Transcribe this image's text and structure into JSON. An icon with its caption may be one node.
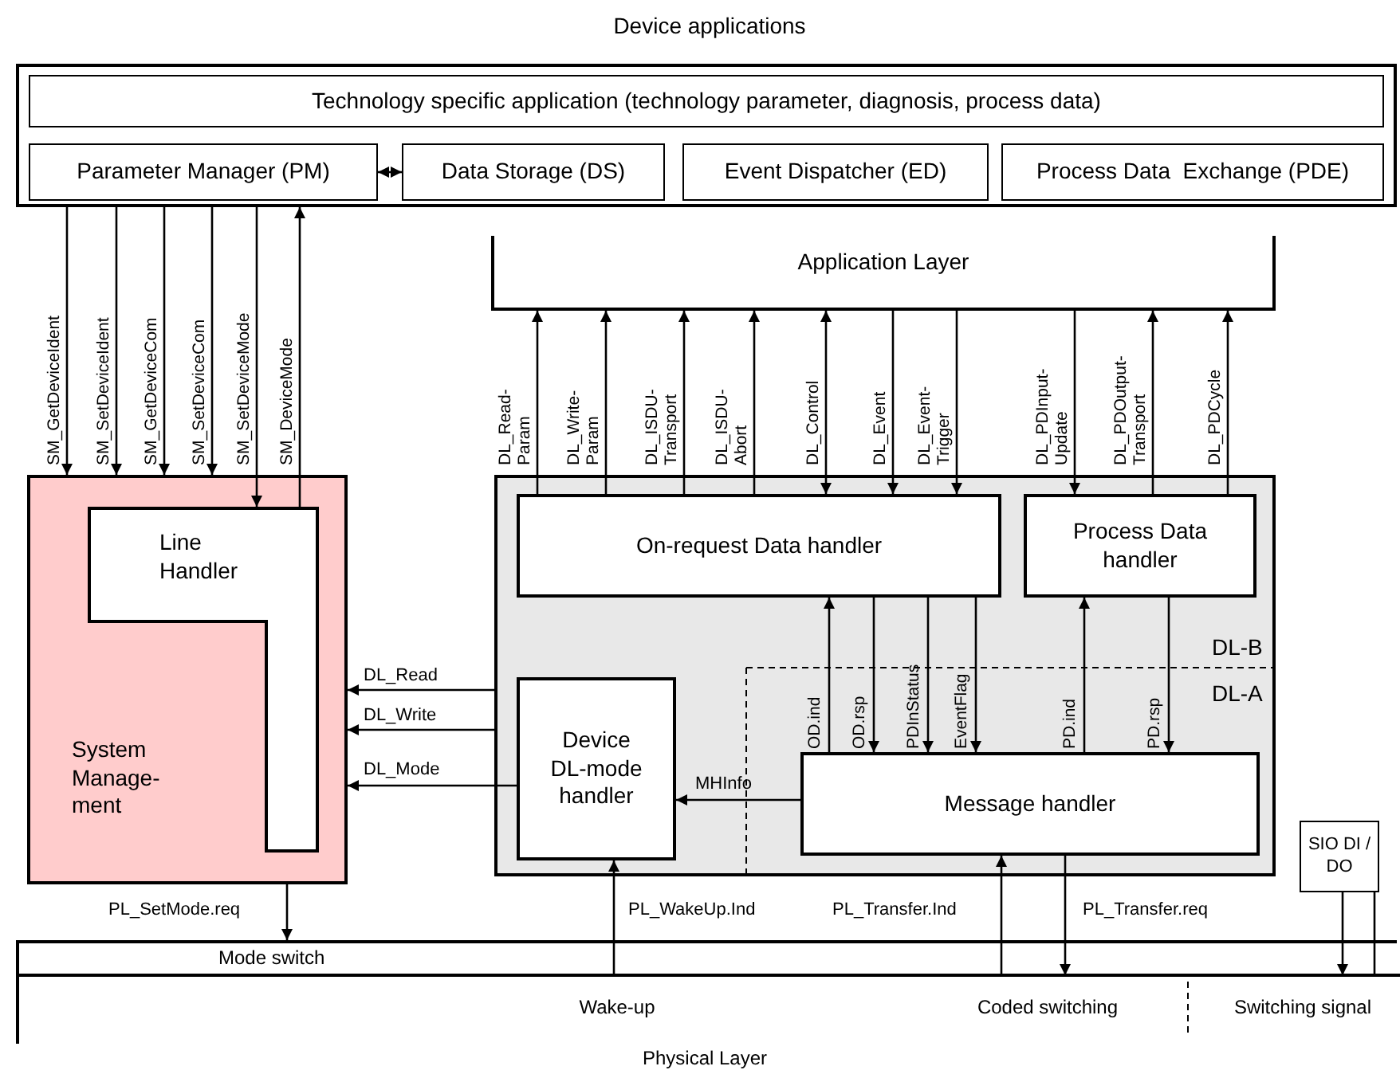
{
  "diagram": {
    "nodes": [
      {
        "text": [
          "Device applications"
        ]
      },
      {
        "text": [
          "Technology specific application (technology parameter, diagnosis, process data)"
        ],
        "in": 0
      },
      {
        "text": [
          "Parameter Manager (PM)"
        ],
        "in": 0
      },
      {
        "text": [
          "Data Storage (DS)"
        ],
        "in": 0
      },
      {
        "text": [
          "Event Dispatcher (ED)"
        ],
        "in": 0
      },
      {
        "text": [
          "Process Data  Exchange (PDE)"
        ],
        "in": 0
      },
      {
        "text": [
          "Application Layer"
        ]
      },
      {
        "text": [
          "System Manage- ment"
        ]
      },
      {
        "text": [
          "Line Handler"
        ],
        "in": 7
      },
      {
        "text": [],
        "shape": "box"
      },
      {
        "text": [
          "On-request Data handler"
        ],
        "in": 9
      },
      {
        "text": [
          "Process Data handler"
        ],
        "in": 9
      },
      {
        "text": [
          "Device DL-mode handler"
        ],
        "in": 9
      },
      {
        "text": [
          "Message handler"
        ],
        "in": 9
      },
      {
        "text": [
          "SIO DI / DO"
        ]
      },
      {
        "text": [
          "Wake-up",
          "Coded switching",
          "Switching signal",
          "Physical Layer"
        ]
      }
    ],
    "edges": [
      {
        "from": 2,
        "to": 3,
        "arrow": "both"
      },
      {
        "from": 0,
        "to": 7,
        "arrow": "to",
        "label": "SM_GetDeviceIdent"
      },
      {
        "from": 0,
        "to": 7,
        "arrow": "to",
        "label": "SM_SetDeviceIdent"
      },
      {
        "from": 0,
        "to": 7,
        "arrow": "to",
        "label": "SM_GetDeviceCom"
      },
      {
        "from": 0,
        "to": 7,
        "arrow": "to",
        "label": "SM_SetDeviceCom"
      },
      {
        "from": 0,
        "to": 8,
        "arrow": "to",
        "label": "SM_SetDeviceMode"
      },
      {
        "from": 8,
        "to": 0,
        "arrow": "to",
        "label": "SM_DeviceMode"
      },
      {
        "from": 10,
        "to": 6,
        "arrow": "to",
        "label": "DL_Read- Param"
      },
      {
        "from": 10,
        "to": 6,
        "arrow": "to",
        "label": "DL_Write- Param"
      },
      {
        "from": 10,
        "to": 6,
        "arrow": "to",
        "label": "DL_ISDU- Transport"
      },
      {
        "from": 10,
        "to": 6,
        "arrow": "to",
        "label": "DL_ISDU- Abort"
      },
      {
        "from": 10,
        "to": 6,
        "arrow": "both",
        "label": "DL_Control"
      },
      {
        "from": 6,
        "to": 10,
        "arrow": "to",
        "label": "DL_Event"
      },
      {
        "from": 6,
        "to": 10,
        "arrow": "to",
        "label": "DL_Event- Trigger"
      },
      {
        "from": 6,
        "to": 11,
        "arrow": "to",
        "label": "DL_PDInput- Update"
      },
      {
        "from": 11,
        "to": 6,
        "arrow": "to",
        "label": "DL_PDOutput- Transport"
      },
      {
        "from": 11,
        "to": 6,
        "arrow": "to",
        "label": "DL_PDCycle"
      },
      {
        "from": 13,
        "to": 10,
        "arrow": "to",
        "label": "OD.ind"
      },
      {
        "from": 10,
        "to": 13,
        "arrow": "to",
        "label": "OD.rsp"
      },
      {
        "from": 10,
        "to": 13,
        "arrow": "to",
        "label": "PDInStatus"
      },
      {
        "from": 10,
        "to": 13,
        "arrow": "to",
        "label": "EventFlag"
      },
      {
        "from": 13,
        "to": 11,
        "arrow": "to",
        "label": "PD.ind"
      },
      {
        "from": 11,
        "to": 13,
        "arrow": "to",
        "label": "PD.rsp"
      },
      {
        "from": 9,
        "to": 7,
        "arrow": "to",
        "label": "DL_Read"
      },
      {
        "from": 9,
        "to": 7,
        "arrow": "to",
        "label": "DL_Write"
      },
      {
        "from": 12,
        "to": 7,
        "arrow": "to",
        "label": "DL_Mode"
      },
      {
        "from": 13,
        "to": 12,
        "arrow": "to",
        "label": "MHInfo"
      },
      {
        "from": 7,
        "to": 15,
        "arrow": "to",
        "label": "PL_SetMode.req"
      },
      {
        "from": 15,
        "to": 12,
        "arrow": "to",
        "label": "PL_WakeUp.Ind"
      },
      {
        "from": 15,
        "to": 13,
        "arrow": "to",
        "label": "PL_Transfer.Ind"
      },
      {
        "from": 13,
        "to": 15,
        "arrow": "to",
        "label": "PL_Transfer.req"
      },
      {
        "from": 14,
        "to": 15,
        "arrow": "to"
      },
      {
        "from": 15,
        "to": 14,
        "arrow": "none"
      }
    ],
    "labels": [
      "DL-B",
      "DL-A",
      "Mode switch"
    ]
  }
}
